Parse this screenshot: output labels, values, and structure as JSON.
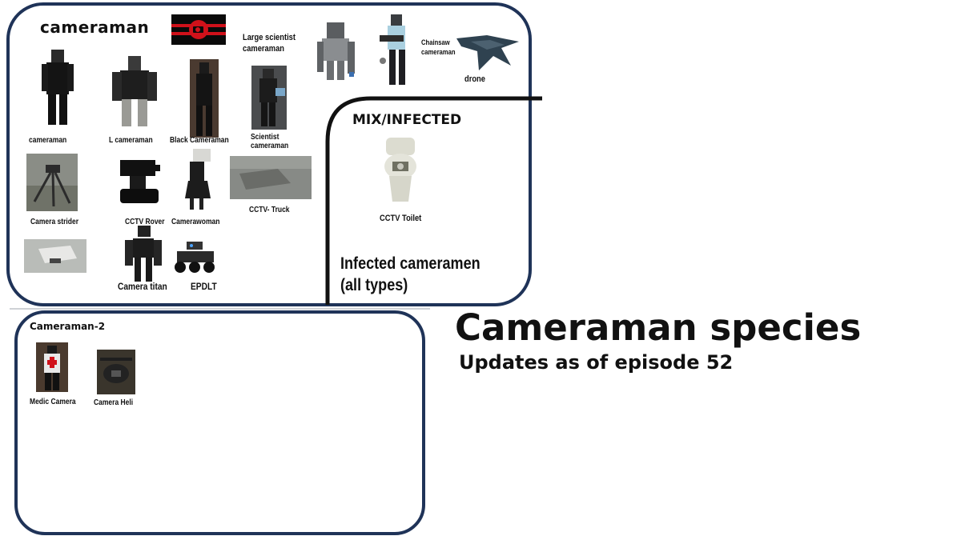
{
  "main_panel": {
    "title": "cameraman",
    "items": [
      {
        "label": "Large scientist cameraman",
        "line1": "Large scientist",
        "line2": "cameraman"
      },
      {
        "label": "Chainsaw cameraman",
        "line1": "Chainsaw",
        "line2": "cameraman"
      },
      {
        "label": "drone"
      },
      {
        "label": "cameraman"
      },
      {
        "label": "L cameraman"
      },
      {
        "label": "Black Cameraman"
      },
      {
        "label": "Scientist cameraman",
        "line1": "Scientist",
        "line2": "cameraman"
      },
      {
        "label": "Camera strider"
      },
      {
        "label": "CCTV Rover"
      },
      {
        "label": "Camerawoman"
      },
      {
        "label": "CCTV- Truck"
      },
      {
        "label": "Camera titan"
      },
      {
        "label": "EPDLT"
      }
    ]
  },
  "mix_panel": {
    "title": "MIX/INFECTED",
    "items": [
      {
        "label": "CCTV Toilet"
      }
    ],
    "note_line1": "Infected cameramen",
    "note_line2": "(all types)"
  },
  "cameraman2_panel": {
    "title": "Cameraman-2",
    "items": [
      {
        "label": "Medic Camera"
      },
      {
        "label": "Camera Heli"
      }
    ]
  },
  "heading": {
    "title": "Cameraman species",
    "subtitle": "Updates as of episode 52"
  },
  "colors": {
    "panel_border": "#1f3358",
    "divider": "#111111",
    "logo_red": "#d0111a"
  }
}
